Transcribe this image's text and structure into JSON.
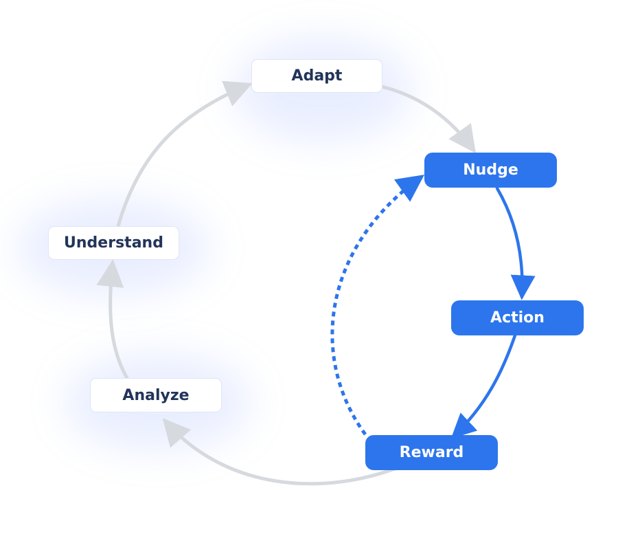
{
  "diagram": {
    "nodes": {
      "adapt": "Adapt",
      "nudge": "Nudge",
      "understand": "Understand",
      "action": "Action",
      "analyze": "Analyze",
      "reward": "Reward"
    },
    "colors": {
      "accent": "#2d75ec",
      "connector_gray": "#d6d9de",
      "light_node_text": "#22345a",
      "light_node_border": "#dfe6f3"
    },
    "loop_style": {
      "main_cycle": "solid-gray-arrows",
      "action_cycle": "solid-blue-arrows",
      "feedback": "dotted-blue-arrow"
    }
  }
}
